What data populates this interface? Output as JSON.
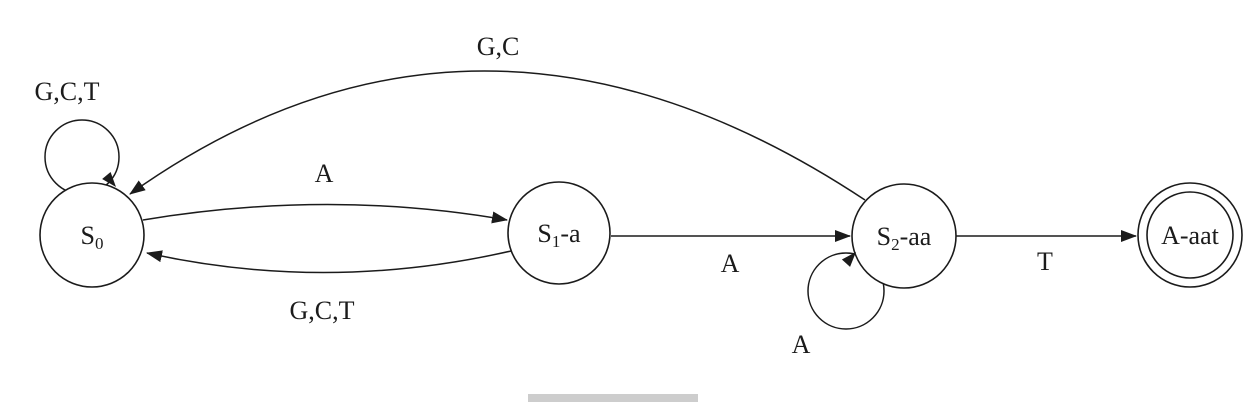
{
  "diagram": {
    "type": "finite-state-machine",
    "description": "DFA state diagram",
    "colors": {
      "stroke": "#1b1b1b",
      "background": "#ffffff",
      "scrollbar_thumb": "#cdcdcd"
    },
    "states": [
      {
        "id": "s0",
        "label": {
          "main": "S",
          "sub": "0",
          "suffix": ""
        },
        "accepting": false
      },
      {
        "id": "s1",
        "label": {
          "main": "S",
          "sub": "1",
          "suffix": "-a"
        },
        "accepting": false
      },
      {
        "id": "s2",
        "label": {
          "main": "S",
          "sub": "2",
          "suffix": "-aa"
        },
        "accepting": false
      },
      {
        "id": "accept",
        "label": {
          "main": "A-aat",
          "sub": "",
          "suffix": ""
        },
        "accepting": true
      }
    ],
    "transitions": [
      {
        "from": "s0",
        "to": "s0",
        "label": "G,C,T"
      },
      {
        "from": "s0",
        "to": "s1",
        "label": "A"
      },
      {
        "from": "s1",
        "to": "s0",
        "label": "G,C,T"
      },
      {
        "from": "s1",
        "to": "s2",
        "label": "A"
      },
      {
        "from": "s2",
        "to": "s2",
        "label": "A"
      },
      {
        "from": "s2",
        "to": "s0",
        "label": "G,C"
      },
      {
        "from": "s2",
        "to": "accept",
        "label": "T"
      }
    ]
  }
}
